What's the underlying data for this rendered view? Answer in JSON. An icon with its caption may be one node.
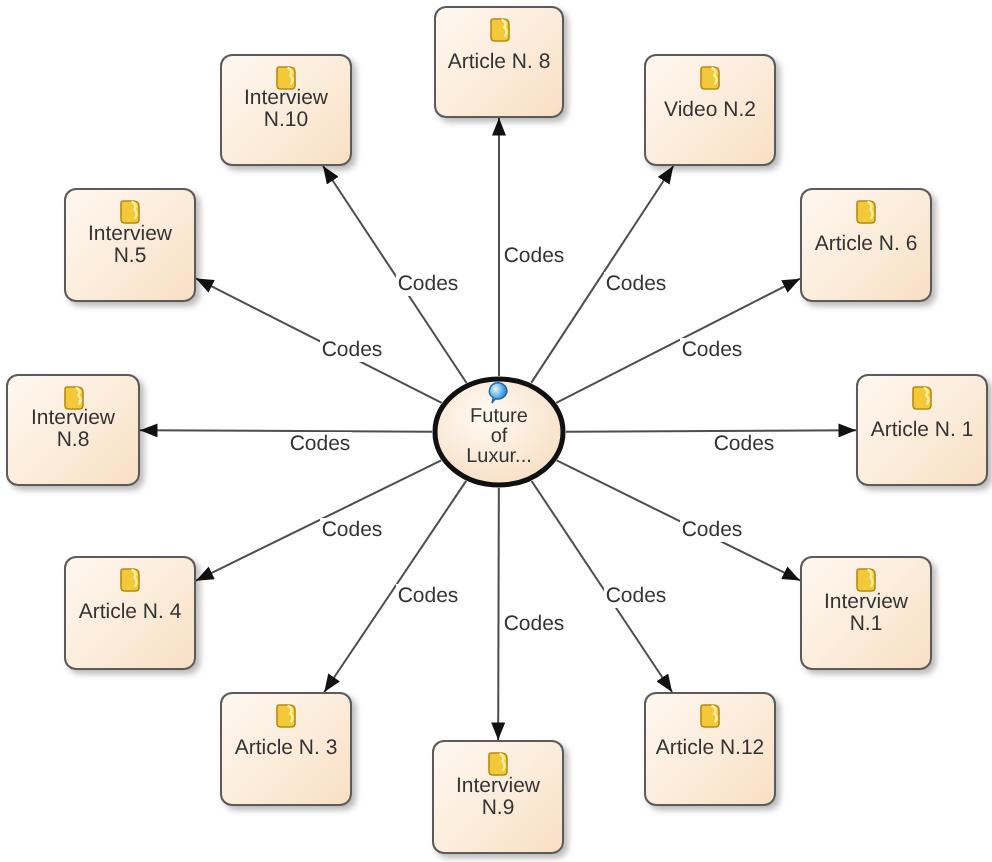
{
  "diagram": {
    "nodes": [
      {
        "text": [
          "Article N. 8"
        ]
      },
      {
        "text": [
          "Interview N.10"
        ]
      },
      {
        "text": [
          "Video N.2"
        ]
      },
      {
        "text": [
          "Interview N.5"
        ]
      },
      {
        "text": [
          "Article N. 6"
        ]
      },
      {
        "text": [
          "Interview N.8"
        ]
      },
      {
        "text": [
          "Future of Luxur..."
        ]
      },
      {
        "text": [
          "Article N. 1"
        ]
      },
      {
        "text": [
          "Article N. 4"
        ]
      },
      {
        "text": [
          "Interview N.1"
        ]
      },
      {
        "text": [
          "Article N. 3"
        ]
      },
      {
        "text": [
          "Article N.12"
        ]
      },
      {
        "text": [
          "Interview N.9"
        ]
      }
    ],
    "edges": [
      {
        "from": 6,
        "to": 0,
        "arrow": "to",
        "label": "Codes"
      },
      {
        "from": 6,
        "to": 1,
        "arrow": "to",
        "label": "Codes"
      },
      {
        "from": 6,
        "to": 2,
        "arrow": "to",
        "label": "Codes"
      },
      {
        "from": 6,
        "to": 3,
        "arrow": "to",
        "label": "Codes"
      },
      {
        "from": 6,
        "to": 4,
        "arrow": "to",
        "label": "Codes"
      },
      {
        "from": 6,
        "to": 5,
        "arrow": "to",
        "label": "Codes"
      },
      {
        "from": 6,
        "to": 7,
        "arrow": "to",
        "label": "Codes"
      },
      {
        "from": 6,
        "to": 8,
        "arrow": "to",
        "label": "Codes"
      },
      {
        "from": 6,
        "to": 9,
        "arrow": "to",
        "label": "Codes"
      },
      {
        "from": 6,
        "to": 10,
        "arrow": "to",
        "label": "Codes"
      },
      {
        "from": 6,
        "to": 11,
        "arrow": "to",
        "label": "Codes"
      },
      {
        "from": 6,
        "to": 12,
        "arrow": "to",
        "label": "Codes"
      }
    ]
  }
}
